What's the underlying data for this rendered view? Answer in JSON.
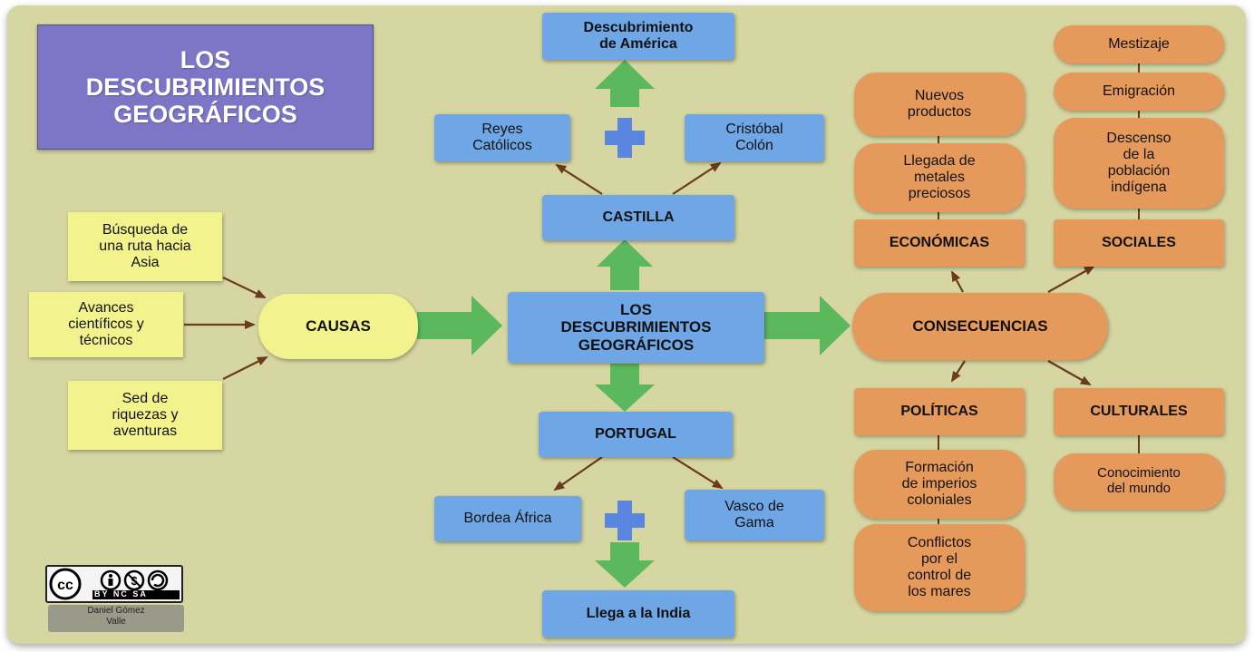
{
  "title": "LOS\nDESCUBRIMIENTOS\nGEOGRÁFICOS",
  "center": "LOS\nDESCUBRIMIENTOS\nGEOGRÁFICOS",
  "causas": {
    "label": "CAUSAS",
    "items": [
      "Búsqueda de\nuna ruta hacia\nAsia",
      "Avances\ncientíficos y\ntécnicos",
      "Sed de\nriquezas y\naventuras"
    ]
  },
  "castilla": {
    "label": "CASTILLA",
    "left": "Reyes\nCatólicos",
    "right": "Cristóbal\nColón",
    "result": "Descubrimiento\nde América"
  },
  "portugal": {
    "label": "PORTUGAL",
    "left": "Bordea África",
    "right": "Vasco de\nGama",
    "result": "Llega a la India"
  },
  "consecuencias": {
    "label": "CONSECUENCIAS",
    "economicas": {
      "label": "ECONÓMICAS",
      "items": [
        "Nuevos\nproductos",
        "Llegada de\nmetales\npreciosos"
      ]
    },
    "sociales": {
      "label": "SOCIALES",
      "items": [
        "Mestizaje",
        "Emigración",
        "Descenso\nde la\npoblación\nindígena"
      ]
    },
    "politicas": {
      "label": "POLÍTICAS",
      "items": [
        "Formación\nde imperios\ncoloniales",
        "Conflictos\npor el\ncontrol de\nlos mares"
      ]
    },
    "culturales": {
      "label": "CULTURALES",
      "items": [
        "Conocimiento\ndel mundo"
      ]
    }
  },
  "license": {
    "tags": "BY NC SA",
    "author": "Daniel Gómez\nValle"
  },
  "colors": {
    "background": "#d6d6a2",
    "blue_node": "#6fa6e6",
    "orange_node": "#e59a5c",
    "yellow_node": "#f3f38d",
    "title_box": "#7d75c6",
    "green_arrow": "#5cb85c",
    "plus": "#5a86e0",
    "connector": "#6b3a1f"
  }
}
